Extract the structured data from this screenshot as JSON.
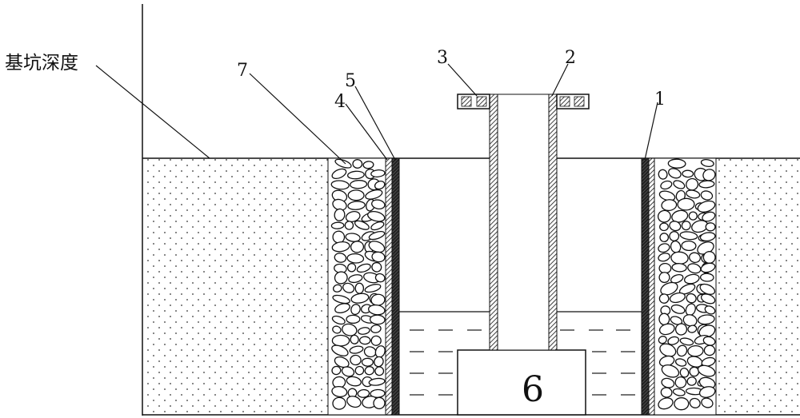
{
  "labels": {
    "depth": "基坑深度",
    "n1": "1",
    "n2": "2",
    "n3": "3",
    "n4": "4",
    "n5": "5",
    "n6": "6",
    "n7": "7"
  },
  "colors": {
    "line": "#111111",
    "background": "#ffffff"
  }
}
